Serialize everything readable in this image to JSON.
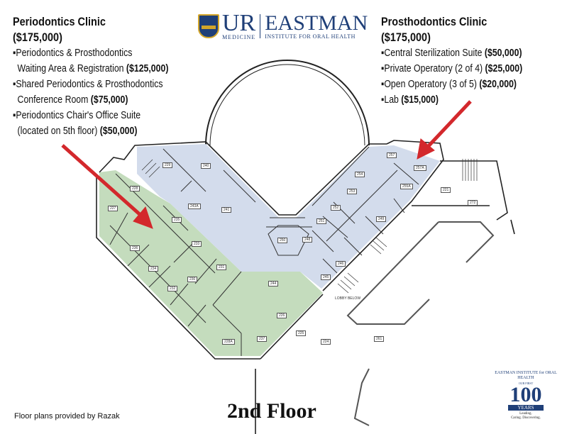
{
  "header": {
    "logo_ur": "UR",
    "logo_medicine": "MEDICINE",
    "logo_eastman": "EASTMAN",
    "logo_institute": "INSTITUTE FOR ORAL HEALTH"
  },
  "left_block": {
    "title": "Periodontics Clinic",
    "total": "($175,000)",
    "items": [
      {
        "text1": "▪Periodontics & Prosthodontics",
        "text2": "Waiting Area & Registration ",
        "amount": "($125,000)"
      },
      {
        "text1": "▪Shared Periodontics & Prosthodontics",
        "text2": "Conference Room ",
        "amount": "($75,000)"
      },
      {
        "text1": "▪Periodontics Chair's Office Suite",
        "text2": "(located on 5th floor) ",
        "amount": "($50,000)"
      }
    ]
  },
  "right_block": {
    "title": "Prosthodontics Clinic",
    "total": "($175,000)",
    "items": [
      {
        "text": "▪Central Sterilization Suite ",
        "amount": "($50,000)"
      },
      {
        "text": "▪Private Operatory (2 of 4) ",
        "amount": "($25,000)"
      },
      {
        "text": "▪Open Operatory (3 of 5) ",
        "amount": "($20,000)"
      },
      {
        "text": "▪Lab ",
        "amount": "($15,000)"
      }
    ]
  },
  "plan": {
    "colors": {
      "periodontics": "#c4dcbd",
      "prosthodontics": "#d3dcec",
      "arrow": "#d3282c"
    },
    "lobby_label": "LOBBY BELOW",
    "rooms": [
      "227",
      "228",
      "229",
      "230",
      "231",
      "232",
      "233",
      "234",
      "235",
      "236",
      "237",
      "240",
      "241",
      "243A",
      "244",
      "245",
      "246",
      "248",
      "249",
      "250",
      "251",
      "252",
      "253",
      "254",
      "255A",
      "257",
      "257A",
      "221",
      "272",
      "225",
      "224",
      "228A",
      "226",
      "261"
    ]
  },
  "footer": {
    "credit": "Floor plans provided by Razak",
    "floor": "2nd Floor"
  },
  "badge": {
    "arc": "EASTMAN INSTITUTE for ORAL HEALTH",
    "our_first": "OUR FIRST",
    "number": "100",
    "years": "YEARS",
    "tagline1": "Leading.",
    "tagline2": "Caring. Discovering."
  }
}
